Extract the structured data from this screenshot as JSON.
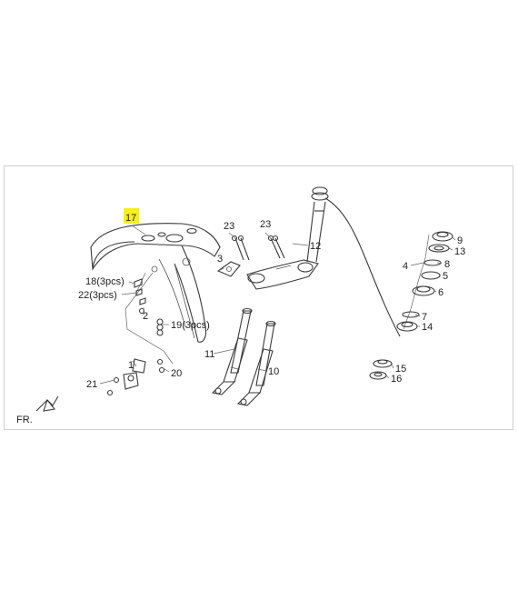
{
  "diagram": {
    "highlight_color": "#f6ef1a",
    "callouts": {
      "c17": "17",
      "c23a": "23",
      "c23b": "23",
      "c12": "12",
      "c3": "3",
      "c18": "18(3pcs)",
      "c22": "22(3pcs)",
      "c2": "2",
      "c19": "19(3pcs)",
      "c11": "11",
      "c10": "10",
      "c1": "1",
      "c20": "20",
      "c21": "21",
      "c9": "9",
      "c13": "13",
      "c4": "4",
      "c8": "8",
      "c5": "5",
      "c6": "6",
      "c7": "7",
      "c14": "14",
      "c15": "15",
      "c16": "16"
    },
    "orientation_label": "FR."
  }
}
